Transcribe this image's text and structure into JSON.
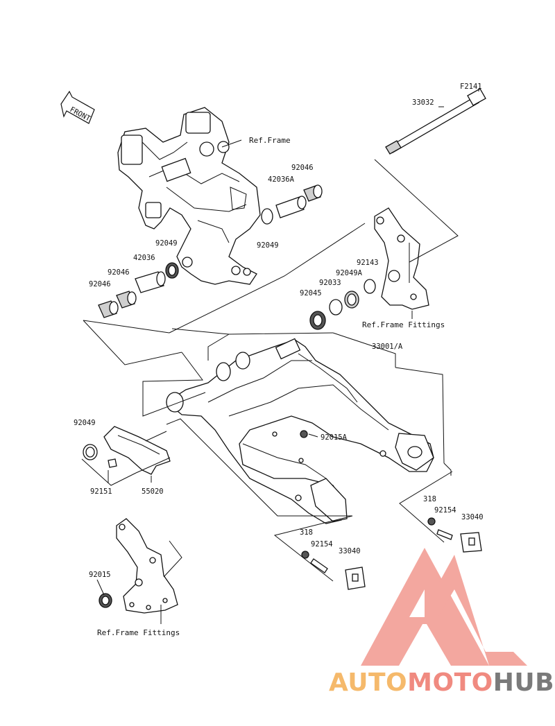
{
  "figure_id": "F2141",
  "front_label": "FRONT",
  "refs": {
    "frame": "Ref.Frame",
    "frame_fittings_top": "Ref.Frame Fittings",
    "frame_fittings_bottom": "Ref.Frame Fittings"
  },
  "parts": {
    "p33032": "33032",
    "p92046_top": "92046",
    "p42036A": "42036A",
    "p92049_mid": "92049",
    "p92049_left": "92049",
    "p42036": "42036",
    "p92046_a": "92046",
    "p92046_b": "92046",
    "p92143": "92143",
    "p92049A": "92049A",
    "p92033": "92033",
    "p92045": "92045",
    "p33001A": "33001/A",
    "p92049_low": "92049",
    "p92015A": "92015A",
    "p92151": "92151",
    "p55020": "55020",
    "p318_r": "318",
    "p92154_r": "92154",
    "p33040_r": "33040",
    "p318_l": "318",
    "p92154_l": "92154",
    "p33040_l": "33040",
    "p92015": "92015"
  },
  "watermark": {
    "part1": "AUTO",
    "part2": "MOTO",
    "part3": "HUB",
    "color1": "#f5b96b",
    "color2": "#f08a80",
    "color3": "#7a7a7a",
    "logo_color": "#f08a80"
  }
}
